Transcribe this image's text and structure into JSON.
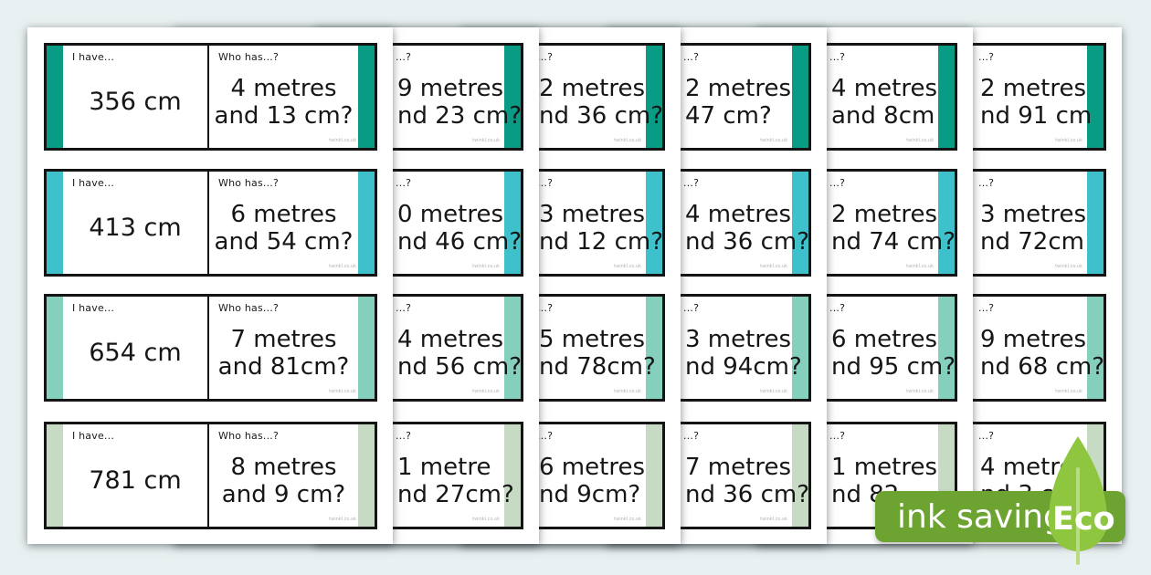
{
  "background": "#e9f0f1",
  "labels": {
    "i_have": "I have...",
    "who_has": "Who has...?",
    "who_has_fragment": "...?",
    "watermark": "twinkl.co.uk"
  },
  "stripe_colors": [
    "#0a9b84",
    "#3ec1ca",
    "#84d0bd",
    "#c7dac4"
  ],
  "pages": [
    {
      "cards": [
        {
          "have": "356 cm",
          "who_line1": "4 metres",
          "who_line2": "and 13 cm?"
        },
        {
          "have": "413 cm",
          "who_line1": "6 metres",
          "who_line2": "and 54 cm?"
        },
        {
          "have": "654 cm",
          "who_line1": "7 metres",
          "who_line2": "and 81cm?"
        },
        {
          "have": "781 cm",
          "who_line1": "8 metres",
          "who_line2": "and 9 cm?"
        }
      ]
    },
    {
      "cards": [
        {
          "who_line1": "9 metres",
          "who_line2": "nd 23 cm?"
        },
        {
          "who_line1": "0 metres",
          "who_line2": "nd 46 cm?"
        },
        {
          "who_line1": "4 metres",
          "who_line2": "nd 56 cm?"
        },
        {
          "who_line1": "1 metre",
          "who_line2": "nd 27cm?"
        }
      ]
    },
    {
      "cards": [
        {
          "who_line1": "2 metres",
          "who_line2": "nd 36 cm?"
        },
        {
          "who_line1": "3 metres",
          "who_line2": "nd 12 cm?"
        },
        {
          "who_line1": "5 metres",
          "who_line2": "nd 78cm?"
        },
        {
          "who_line1": "6 metres",
          "who_line2": "nd 9cm?"
        }
      ]
    },
    {
      "cards": [
        {
          "who_line1": "2 metres",
          "who_line2": "47 cm?"
        },
        {
          "who_line1": "4 metres",
          "who_line2": "nd 36 cm?"
        },
        {
          "who_line1": "3 metres",
          "who_line2": "nd 94cm?"
        },
        {
          "who_line1": "7 metres",
          "who_line2": "nd 36 cm?"
        }
      ]
    },
    {
      "cards": [
        {
          "who_line1": "4 metres",
          "who_line2": "and 8cm"
        },
        {
          "who_line1": "2 metres",
          "who_line2": "nd 74 cm?"
        },
        {
          "who_line1": "6 metres",
          "who_line2": "nd 95 cm?"
        },
        {
          "who_line1": "1 metres",
          "who_line2": "nd 82"
        }
      ]
    },
    {
      "cards": [
        {
          "who_line1": "2 metres",
          "who_line2": "nd 91 cm"
        },
        {
          "who_line1": "3 metres",
          "who_line2": "nd 72cm"
        },
        {
          "who_line1": "9 metres",
          "who_line2": "nd 68 cm?"
        },
        {
          "who_line1": "4 metres",
          "who_line2": "nd 3 cm?"
        }
      ]
    }
  ],
  "badge": {
    "text": "ink saving",
    "eco": "Eco",
    "bar_color": "#6da331",
    "leaf_color": "#8ec63f",
    "stem_color": "#b9dc82",
    "text_color": "#ffffff"
  }
}
